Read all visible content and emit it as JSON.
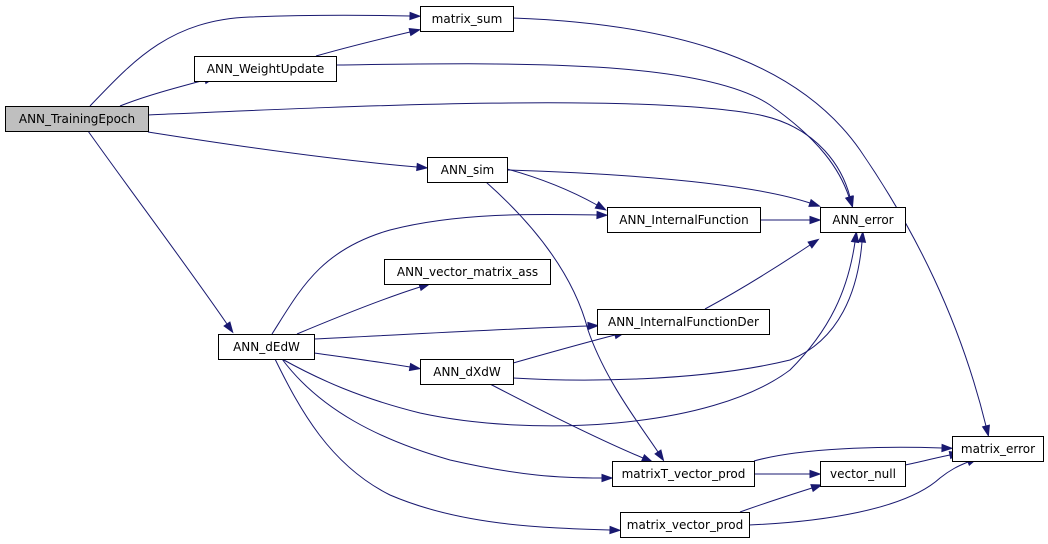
{
  "colors": {
    "edge": "#191970",
    "root_fill": "#bfbfbf",
    "node_fill": "#ffffff",
    "border": "#000000"
  },
  "nodes": [
    {
      "id": "training_epoch",
      "label": "ANN_TrainingEpoch",
      "root": true
    },
    {
      "id": "matrix_sum",
      "label": "matrix_sum"
    },
    {
      "id": "weight_update",
      "label": "ANN_WeightUpdate"
    },
    {
      "id": "sim",
      "label": "ANN_sim"
    },
    {
      "id": "internal_function",
      "label": "ANN_InternalFunction"
    },
    {
      "id": "error",
      "label": "ANN_error"
    },
    {
      "id": "vector_matrix_ass",
      "label": "ANN_vector_matrix_ass"
    },
    {
      "id": "internal_function_der",
      "label": "ANN_InternalFunctionDer"
    },
    {
      "id": "dedw",
      "label": "ANN_dEdW"
    },
    {
      "id": "dxdw",
      "label": "ANN_dXdW"
    },
    {
      "id": "matrix_error",
      "label": "matrix_error"
    },
    {
      "id": "matrixT_vector_prod",
      "label": "matrixT_vector_prod"
    },
    {
      "id": "vector_null",
      "label": "vector_null"
    },
    {
      "id": "matrix_vector_prod",
      "label": "matrix_vector_prod"
    }
  ],
  "edges": [
    {
      "from": "training_epoch",
      "to": "matrix_sum"
    },
    {
      "from": "training_epoch",
      "to": "weight_update"
    },
    {
      "from": "training_epoch",
      "to": "error"
    },
    {
      "from": "training_epoch",
      "to": "sim"
    },
    {
      "from": "training_epoch",
      "to": "dedw"
    },
    {
      "from": "weight_update",
      "to": "matrix_sum"
    },
    {
      "from": "weight_update",
      "to": "error"
    },
    {
      "from": "matrix_sum",
      "to": "matrix_error"
    },
    {
      "from": "sim",
      "to": "internal_function"
    },
    {
      "from": "sim",
      "to": "error"
    },
    {
      "from": "sim",
      "to": "matrixT_vector_prod"
    },
    {
      "from": "internal_function",
      "to": "error"
    },
    {
      "from": "internal_function_der",
      "to": "error"
    },
    {
      "from": "dedw",
      "to": "internal_function"
    },
    {
      "from": "dedw",
      "to": "vector_matrix_ass"
    },
    {
      "from": "dedw",
      "to": "internal_function_der"
    },
    {
      "from": "dedw",
      "to": "dxdw"
    },
    {
      "from": "dedw",
      "to": "error"
    },
    {
      "from": "dedw",
      "to": "matrixT_vector_prod"
    },
    {
      "from": "dedw",
      "to": "matrix_vector_prod"
    },
    {
      "from": "dxdw",
      "to": "internal_function_der"
    },
    {
      "from": "dxdw",
      "to": "error"
    },
    {
      "from": "dxdw",
      "to": "matrixT_vector_prod"
    },
    {
      "from": "matrixT_vector_prod",
      "to": "matrix_error"
    },
    {
      "from": "matrixT_vector_prod",
      "to": "vector_null"
    },
    {
      "from": "vector_null",
      "to": "matrix_error"
    },
    {
      "from": "matrix_vector_prod",
      "to": "vector_null"
    },
    {
      "from": "matrix_vector_prod",
      "to": "matrix_error"
    }
  ]
}
